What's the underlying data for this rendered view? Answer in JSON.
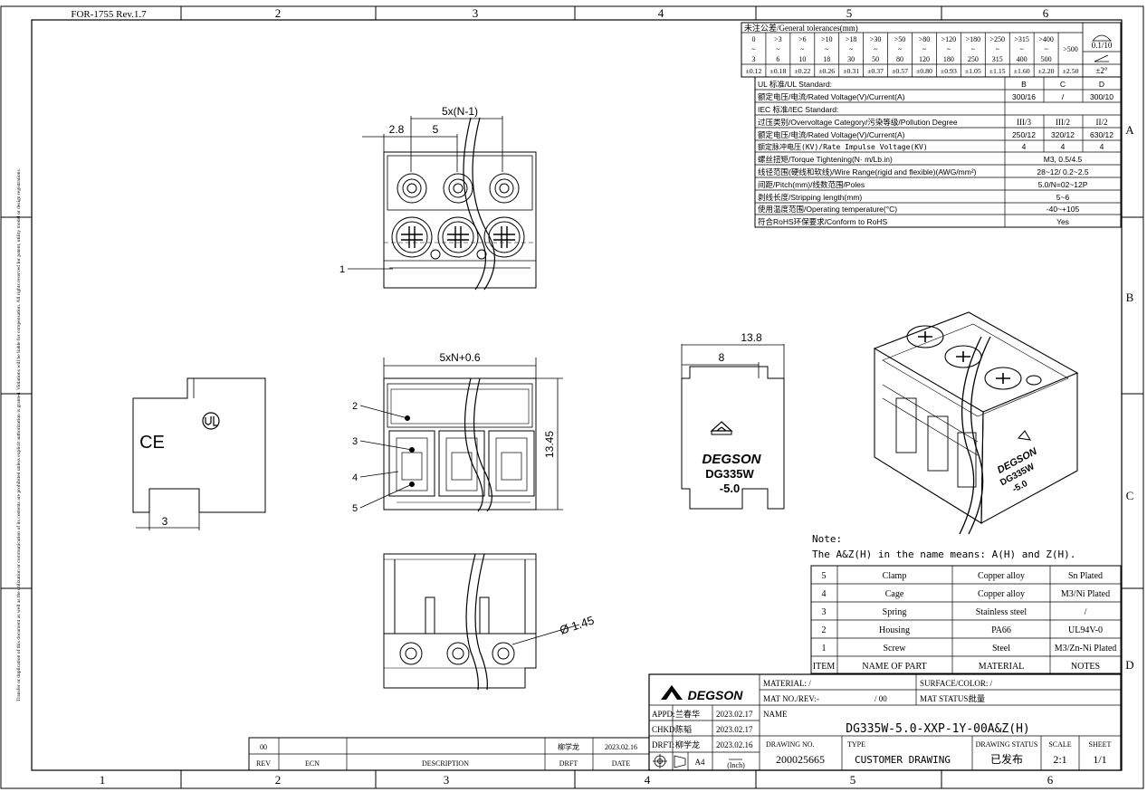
{
  "header": {
    "form_no": "FOR-1755 Rev.1.7"
  },
  "zones": {
    "top": [
      "2",
      "3",
      "4",
      "5",
      "6"
    ],
    "bottom": [
      "1",
      "2",
      "3",
      "4",
      "5",
      "6"
    ],
    "side": [
      "A",
      "B",
      "C",
      "D"
    ]
  },
  "tolerances": {
    "title": "未注公差/General tolerances(mm)",
    "ranges_top": [
      "0",
      "&gt;3",
      "&gt;6",
      "&gt;10",
      "&gt;18",
      "&gt;30",
      "&gt;50",
      "&gt;80",
      "&gt;120",
      "&gt;180",
      "&gt;250",
      "&gt;315",
      "&gt;400"
    ],
    "ranges_bottom": [
      "3",
      "6",
      "10",
      "18",
      "30",
      "50",
      "80",
      "120",
      "180",
      "250",
      "315",
      "400",
      "500"
    ],
    "extra_range": "&gt;500",
    "values": [
      "±0.12",
      "±0.18",
      "±0.22",
      "±0.26",
      "±0.31",
      "±0.37",
      "±0.57",
      "±0.80",
      "±0.93",
      "±1.05",
      "±1.15",
      "±1.60",
      "±2.20",
      "±2.50"
    ],
    "flatness": "0.1/10",
    "angle": "±2°"
  },
  "spec": {
    "ul_title": "UL 标准/UL Standard:",
    "ul_cols": [
      "B",
      "C",
      "D"
    ],
    "ul_rated_label": "额定电压/电流/Rated Voltage(V)/Current(A)",
    "ul_rated": [
      "300/16",
      "/",
      "300/10"
    ],
    "iec_title": "IEC 标准/IEC Standard:",
    "overvoltage_label": "过压类别/Overvoltage Category/污染等级/Pollution Degree",
    "overvoltage": [
      "III/3",
      "III/2",
      "II/2"
    ],
    "iec_rated_label": "额定电压/电流/Rated Voltage(V)/Current(A)",
    "iec_rated": [
      "250/12",
      "320/12",
      "630/12"
    ],
    "impulse_label": "额定脉冲电压(KV)/Rate Impulse Voltage(KV)",
    "impulse": [
      "4",
      "4",
      "4"
    ],
    "rows": [
      {
        "label": "螺丝扭矩/Torque Tightening(N· m/Lb.in)",
        "value": "M3, 0.5/4.5"
      },
      {
        "label": "线径范围(硬线和软线)/Wire Range(rigid and flexible)(AWG/mm²)",
        "value": "28~12/ 0.2~2.5"
      },
      {
        "label": "间距/Pitch(mm)/线数范围/Poles",
        "value": "5.0/N=02~12P"
      },
      {
        "label": "剥线长度/Stripping length(mm)",
        "value": "5~6"
      },
      {
        "label": "使用温度范围/Operating temperature(°C)",
        "value": "-40~+105"
      },
      {
        "label": "符合RoHS环保要求/Conform to RoHS",
        "value": "Yes"
      }
    ]
  },
  "dims": {
    "d_5xn1": "5x(N-1)",
    "d_28": "2.8",
    "d_5": "5",
    "d_5xn06": "5xN+0.6",
    "d_1345": "13.45",
    "d_138": "13.8",
    "d_8": "8",
    "d_3": "3",
    "d_phi": "Ø 1.45"
  },
  "callouts": [
    "1",
    "2",
    "3",
    "4",
    "5"
  ],
  "marks": {
    "ce": "CE",
    "brand": "DEGSON",
    "model1": "DG335W",
    "model2": "-5.0"
  },
  "note": {
    "title": "Note:",
    "text": "The A&amp;Z(H) in the name means: A(H) and Z(H)."
  },
  "bom": {
    "rows": [
      {
        "item": "5",
        "name": "Clamp",
        "material": "Copper alloy",
        "notes": "Sn Plated"
      },
      {
        "item": "4",
        "name": "Cage",
        "material": "Copper alloy",
        "notes": "M3/Ni Plated"
      },
      {
        "item": "3",
        "name": "Spring",
        "material": "Stainless steel",
        "notes": "/"
      },
      {
        "item": "2",
        "name": "Housing",
        "material": "PA66",
        "notes": "UL94V-0"
      },
      {
        "item": "1",
        "name": "Screw",
        "material": "Steel",
        "notes": "M3/Zn-Ni Plated"
      }
    ],
    "headers": {
      "item": "ITEM",
      "name": "NAME OF PART",
      "material": "MATERIAL",
      "notes": "NOTES"
    }
  },
  "title_block": {
    "logo": "DEGSON",
    "material": "MATERIAL: /",
    "surface": "SURFACE/COLOR: /",
    "mat_no": "MAT NO./REV:",
    "mat_no_val": "-",
    "rev_val": "/ 00",
    "mat_status": "MAT STATUS:",
    "mat_status_val": "批量",
    "name_label": "NAME",
    "name": "DG335W-5.0-XXP-1Y-00A&amp;Z(H)",
    "appd": "APPD:",
    "appd_name": "兰春华",
    "appd_date": "2023.02.17",
    "chkd": "CHKD:",
    "chkd_name": "陈韬",
    "chkd_date": "2023.02.17",
    "drft": "DRFT:",
    "drft_name": "柳学龙",
    "drft_date": "2023.02.16",
    "size": "A4",
    "unit": "(Inch)",
    "drawing_no_label": "DRAWING NO.",
    "drawing_no": "200025665",
    "type_label": "TYPE",
    "type": "CUSTOMER DRAWING",
    "status_label": "DRAWING STATUS",
    "status": "已发布",
    "scale_label": "SCALE",
    "scale": "2:1",
    "sheet_label": "SHEET",
    "sheet": "1/1"
  },
  "revision": {
    "rev": "00",
    "drft": "柳学龙",
    "date": "2023.02.16",
    "h_rev": "REV",
    "h_ecn": "ECN",
    "h_desc": "DESCRIPTION",
    "h_drft": "DRFT",
    "h_date": "DATE"
  },
  "side_text": "Transfer or duplication of this document as well as the utilization or communication of its contents are prohibited unless explicit authorization is granted. Violations will be liable for compensation. All rights reserved for patent, utility model or design registrations."
}
